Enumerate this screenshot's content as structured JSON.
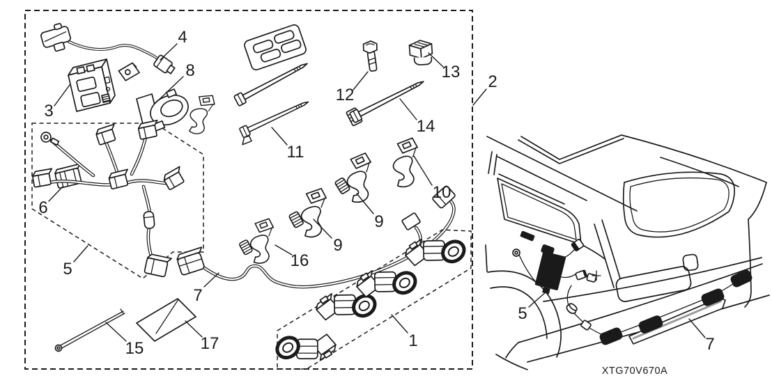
{
  "diagram": {
    "part_code": "XTG70V670A",
    "colors": {
      "ink": "#1a1a1a",
      "background": "#ffffff",
      "bumper_shade": "#9a9a9a"
    },
    "callouts": {
      "sensor_set": "1",
      "kit_contents": "2",
      "control_unit": "3",
      "indicator_harness": "4",
      "main_harness": "5",
      "fuse_holder": "6",
      "sensor_harness": "7",
      "sensor_retainer": "8",
      "harness_clip_upper": "9",
      "harness_clip_lower": "9",
      "bracket_clip": "10",
      "wire_ties": "11",
      "bolt": "12",
      "mount_clip": "13",
      "harness_tie": "14",
      "long_wire_tie": "15",
      "corner_clip": "16",
      "template_sticker": "17",
      "vehicle_main_harness": "5",
      "vehicle_sensor_harness": "7"
    }
  }
}
